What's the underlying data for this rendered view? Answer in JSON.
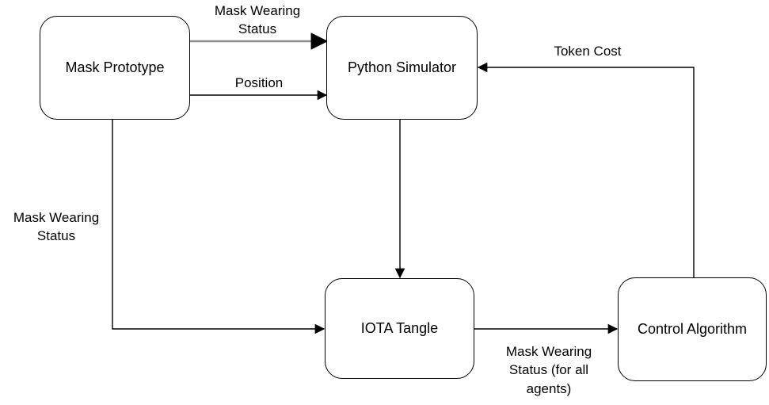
{
  "diagram": {
    "nodes": {
      "mask_prototype": {
        "label": "Mask Prototype"
      },
      "python_simulator": {
        "label": "Python Simulator"
      },
      "iota_tangle": {
        "label": "IOTA Tangle"
      },
      "control_algorithm": {
        "label": "Control Algorithm"
      }
    },
    "edge_labels": {
      "mask_wearing_status_top": "Mask Wearing Status",
      "position": "Position",
      "token_cost": "Token Cost",
      "mask_wearing_status_left": "Mask Wearing Status",
      "mask_wearing_status_all": "Mask Wearing Status (for all agents)"
    },
    "edges": [
      {
        "from": "mask_prototype",
        "to": "python_simulator",
        "label": "Mask Wearing Status"
      },
      {
        "from": "mask_prototype",
        "to": "python_simulator",
        "label": "Position"
      },
      {
        "from": "python_simulator",
        "to": "iota_tangle",
        "label": ""
      },
      {
        "from": "mask_prototype",
        "to": "iota_tangle",
        "label": "Mask Wearing Status"
      },
      {
        "from": "iota_tangle",
        "to": "control_algorithm",
        "label": "Mask Wearing Status (for all agents)"
      },
      {
        "from": "control_algorithm",
        "to": "python_simulator",
        "label": "Token Cost"
      }
    ],
    "colors": {
      "background": "#ffffff",
      "node_fill": "#ffffff",
      "node_border": "#000000",
      "edge": "#000000",
      "edge_gray": "#8c8c8c",
      "text": "#000000"
    }
  }
}
